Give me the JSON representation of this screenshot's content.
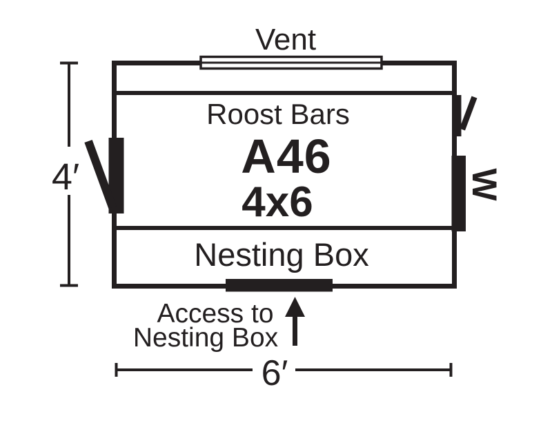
{
  "title": "Chicken coop A46 4x6 floor plan",
  "colors": {
    "ink": "#231f20",
    "background": "#ffffff"
  },
  "plan": {
    "vent_label": "Vent",
    "roost_label": "Roost Bars",
    "model_label": "A46",
    "size_label": "4x6",
    "nesting_label": "Nesting Box",
    "access_label_line1": "Access to",
    "access_label_line2": "Nesting Box",
    "window_label": "W",
    "height_dimension": "4′",
    "width_dimension": "6′"
  }
}
